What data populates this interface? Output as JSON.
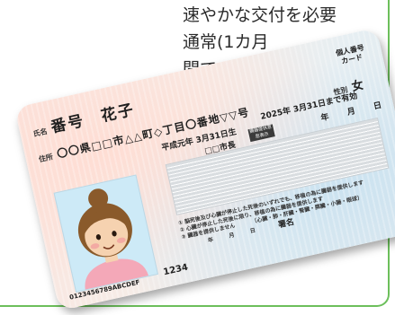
{
  "article": {
    "lines": [
      "速やかな交付を必要",
      "通常(1カ月",
      "間で"
    ]
  },
  "card": {
    "name_label": "氏名",
    "name": "番号　花子",
    "address_label": "住所",
    "address": "〇〇県□□市△△町◇丁目〇番地▽▽号",
    "doc_type": "個人番号\nカード",
    "sex_label": "性別",
    "sex": "女",
    "expiry": "2025年 3月31日まで有効",
    "expiry_ymd": "年　月　日",
    "birth": "平成元年 3月31日生",
    "issuer": "□□市長",
    "badge": "臓器提供意思表示",
    "remarks_note_1": "① 脳死後及び心臓が停止した死後のいずれでも、移植の為に臓器を提供します",
    "remarks_note_2": "② 心臓が停止した死後に限り、移植の為に臓器を提供します",
    "remarks_note_3": "③ 臓器を提供しません",
    "remarks_note_4": "〔心臓・肺・肝臓・腎臓・膵臓・小腸・眼球〕",
    "date_row": "年　月　日",
    "sign_label": "署名",
    "card_id": "0123456789ABCDEF",
    "pin_hint": "1234"
  },
  "colors": {
    "frame": "#6cbf5b",
    "photo_bg": "#cdeaf7",
    "hair": "#8a5a2b",
    "skin": "#f6d2b0"
  }
}
